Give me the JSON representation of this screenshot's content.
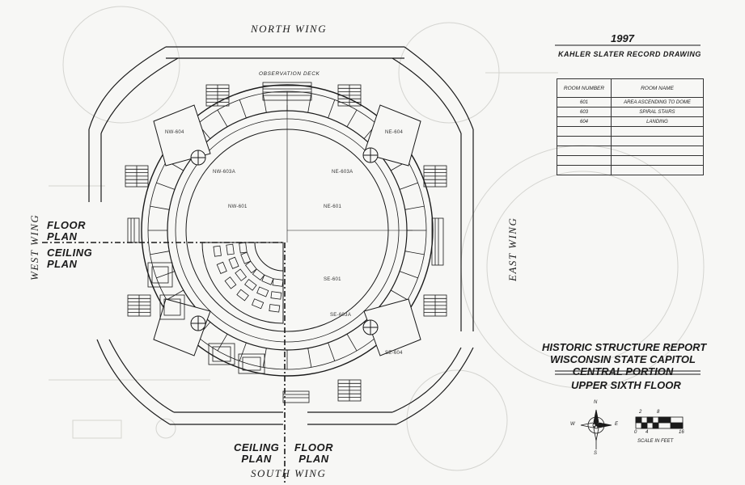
{
  "year": "1997",
  "drawing_label": "KAHLER SLATER RECORD DRAWING",
  "wings": {
    "north": "NORTH WING",
    "south": "SOUTH WING",
    "east": "EAST WING",
    "west": "WEST WING"
  },
  "observation_deck": "OBSERVATION DECK",
  "zones": {
    "floor_plan_line1": "FLOOR",
    "floor_plan_line2": "PLAN",
    "ceiling_plan_line1": "CEILING",
    "ceiling_plan_line2": "PLAN"
  },
  "room_table": {
    "headers": [
      "ROOM NUMBER",
      "ROOM NAME"
    ],
    "rows": [
      {
        "number": "601",
        "name": "AREA ASCENDING TO DOME"
      },
      {
        "number": "603",
        "name": "SPIRAL STAIRS"
      },
      {
        "number": "604",
        "name": "LANDING"
      }
    ]
  },
  "room_tags": {
    "nw604": "NW-604",
    "ne604": "NE-604",
    "se604": "SE-604",
    "nw603a": "NW-603A",
    "ne603a": "NE-603A",
    "nw601": "NW-601",
    "ne601": "NE-601",
    "se601": "SE-601",
    "se603a": "SE-603A"
  },
  "report_title": {
    "line1": "HISTORIC STRUCTURE REPORT",
    "line2": "WISCONSIN STATE CAPITOL",
    "line3": "CENTRAL PORTION"
  },
  "floor_name": "UPPER SIXTH FLOOR",
  "compass": {
    "n": "N",
    "s": "S",
    "e": "E",
    "w": "W"
  },
  "scale": {
    "t2": "2",
    "t8": "8",
    "t0": "0",
    "t4": "4",
    "t16": "16",
    "caption": "SCALE IN FEET"
  },
  "colors": {
    "ink": "#1a1a1a",
    "ghost": "#d9d9d6",
    "paper": "#f7f7f5"
  }
}
